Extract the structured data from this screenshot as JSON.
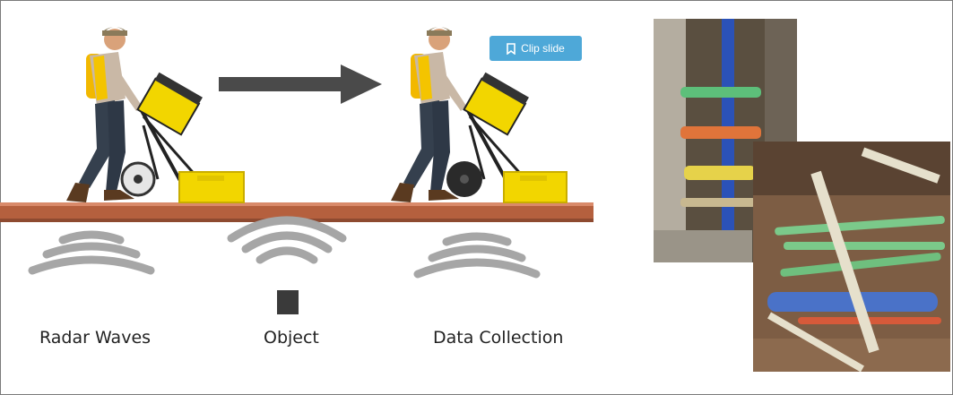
{
  "clip_button": {
    "label": "Clip slide",
    "icon": "clip-icon"
  },
  "labels": {
    "radar_waves": "Radar Waves",
    "object": "Object",
    "data_collection": "Data Collection"
  },
  "colors": {
    "ground": "#b5603e",
    "ground_dark": "#8e4a30",
    "waves": "#a6a6a6",
    "arrow": "#4a4a4a",
    "device_yellow": "#f2d600",
    "object": "#3a3a3a",
    "button": "#4ea8d8"
  },
  "photos": [
    {
      "name": "trench-photo",
      "description_icon": "trench-with-pipes"
    },
    {
      "name": "excavation-photo",
      "description_icon": "excavated-utility-lines"
    }
  ]
}
